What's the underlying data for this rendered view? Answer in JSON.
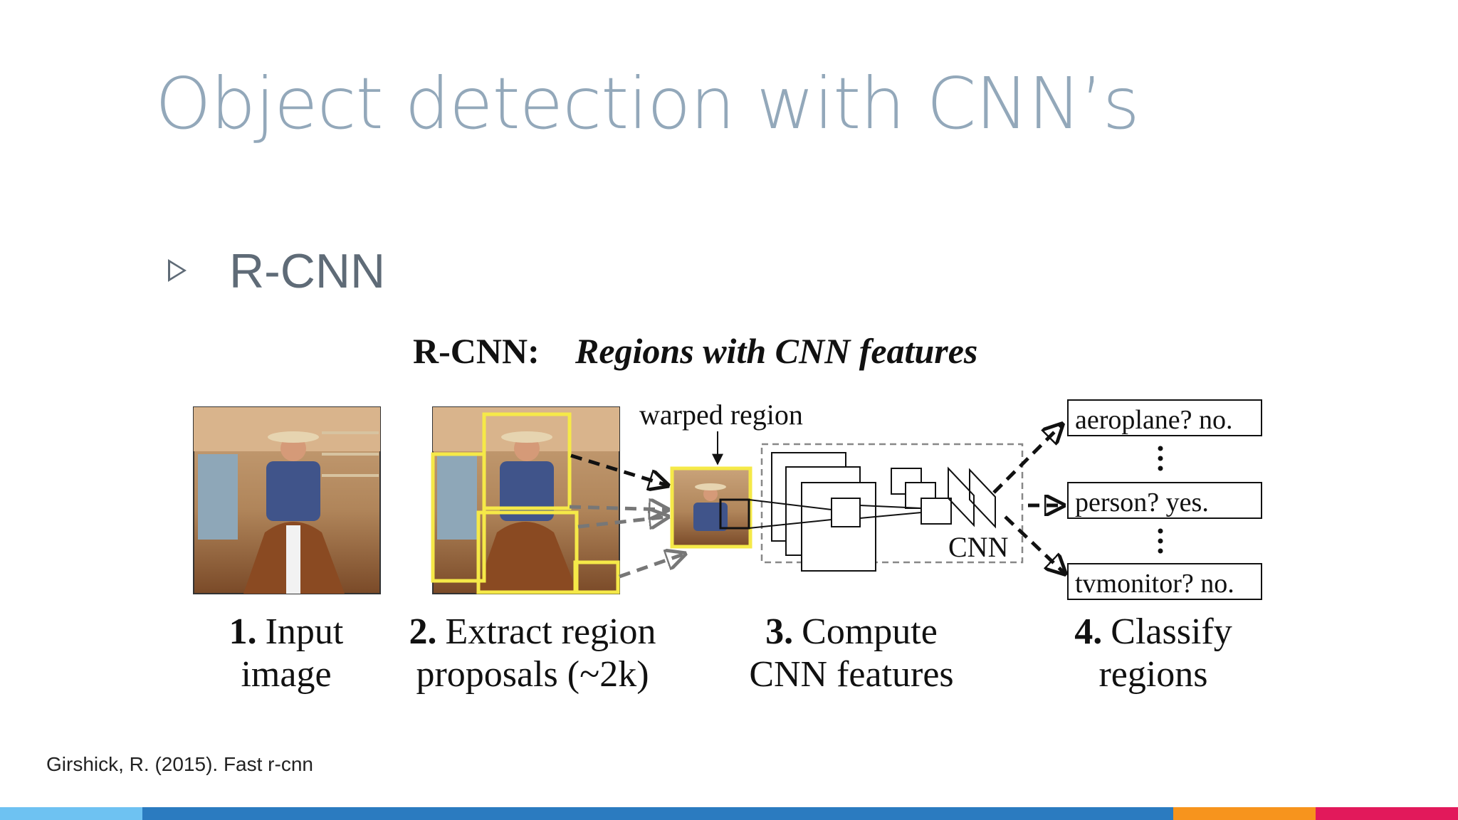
{
  "slide": {
    "title": "Object detection with CNN’s",
    "bullet": "R-CNN",
    "citation": "Girshick, R. (2015). Fast r-cnn"
  },
  "figure": {
    "heading_bold": "R-CNN:",
    "heading_italic": "Regions with CNN features",
    "warped_region_label": "warped region",
    "cnn_label": "CNN",
    "classes": [
      "aeroplane? no.",
      "person? yes.",
      "tvmonitor? no."
    ],
    "steps": [
      {
        "number": "1.",
        "line1": "Input",
        "line2": "image"
      },
      {
        "number": "2.",
        "line1": "Extract region",
        "line2": "proposals (~2k)"
      },
      {
        "number": "3.",
        "line1": "Compute",
        "line2": "CNN features"
      },
      {
        "number": "4.",
        "line1": "Classify",
        "line2": "regions"
      }
    ]
  },
  "colors": {
    "title": "#93a8ba",
    "bullet": "#5f6b77",
    "proposal_box": "#f5e948",
    "bar_segments": [
      "#6ec2f2",
      "#2b7bc0",
      "#f7941d",
      "#e2195b"
    ]
  },
  "icons": [
    "triangle-bullet-icon",
    "photo-thumbnail",
    "arrow-icon"
  ]
}
